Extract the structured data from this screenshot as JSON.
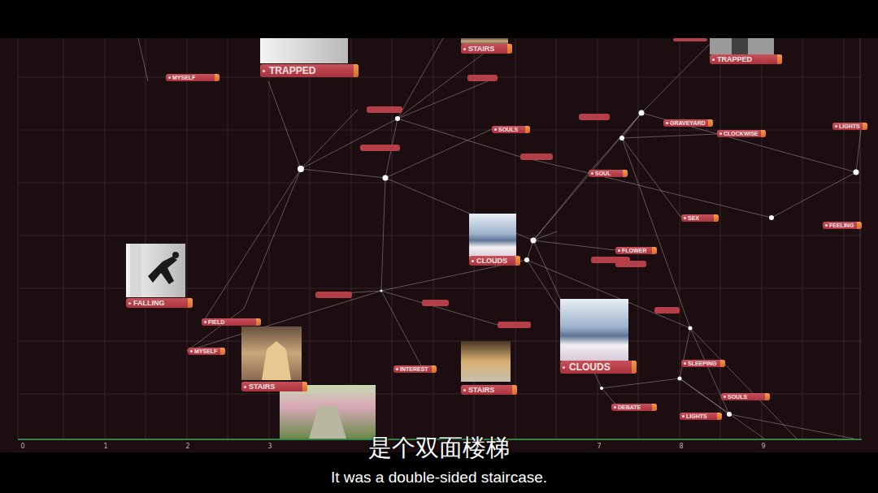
{
  "diagram": {
    "nodes": [
      {
        "text": [
          "STAIRS"
        ]
      },
      {
        "text": [
          "TRAPPED"
        ]
      },
      {
        "text": [
          "TRAPPED"
        ]
      },
      {
        "text": [
          "MYSELF"
        ]
      },
      {
        "text": [
          "GRAVEYARD"
        ]
      },
      {
        "text": [
          "LIGHTS"
        ]
      },
      {
        "text": [
          "SOULS"
        ]
      },
      {
        "text": [
          "CLOCKWISE"
        ]
      },
      {
        "text": [
          "SOUL"
        ]
      },
      {
        "text": [
          "SEX"
        ]
      },
      {
        "text": [
          "FEELING"
        ]
      },
      {
        "text": [
          "FLOWER"
        ]
      },
      {
        "text": [
          "CLOUDS"
        ]
      },
      {
        "text": [
          "FALLING"
        ]
      },
      {
        "text": [
          "FIELD"
        ]
      },
      {
        "text": [
          "MYSELF"
        ]
      },
      {
        "text": [
          "SLEEPING"
        ]
      },
      {
        "text": [
          "CLOUDS"
        ]
      },
      {
        "text": [
          "INTEREST"
        ]
      },
      {
        "text": [
          "STAIRS"
        ]
      },
      {
        "text": [
          "STAIRS"
        ]
      },
      {
        "text": [
          "SOULS"
        ]
      },
      {
        "text": [
          "DEBATE"
        ]
      },
      {
        "text": [
          "LIGHTS"
        ]
      }
    ],
    "labels": [
      "0",
      "1",
      "2",
      "3",
      "7",
      "8",
      "9",
      "是个双面楼梯",
      "It was a double-sided staircase."
    ]
  }
}
